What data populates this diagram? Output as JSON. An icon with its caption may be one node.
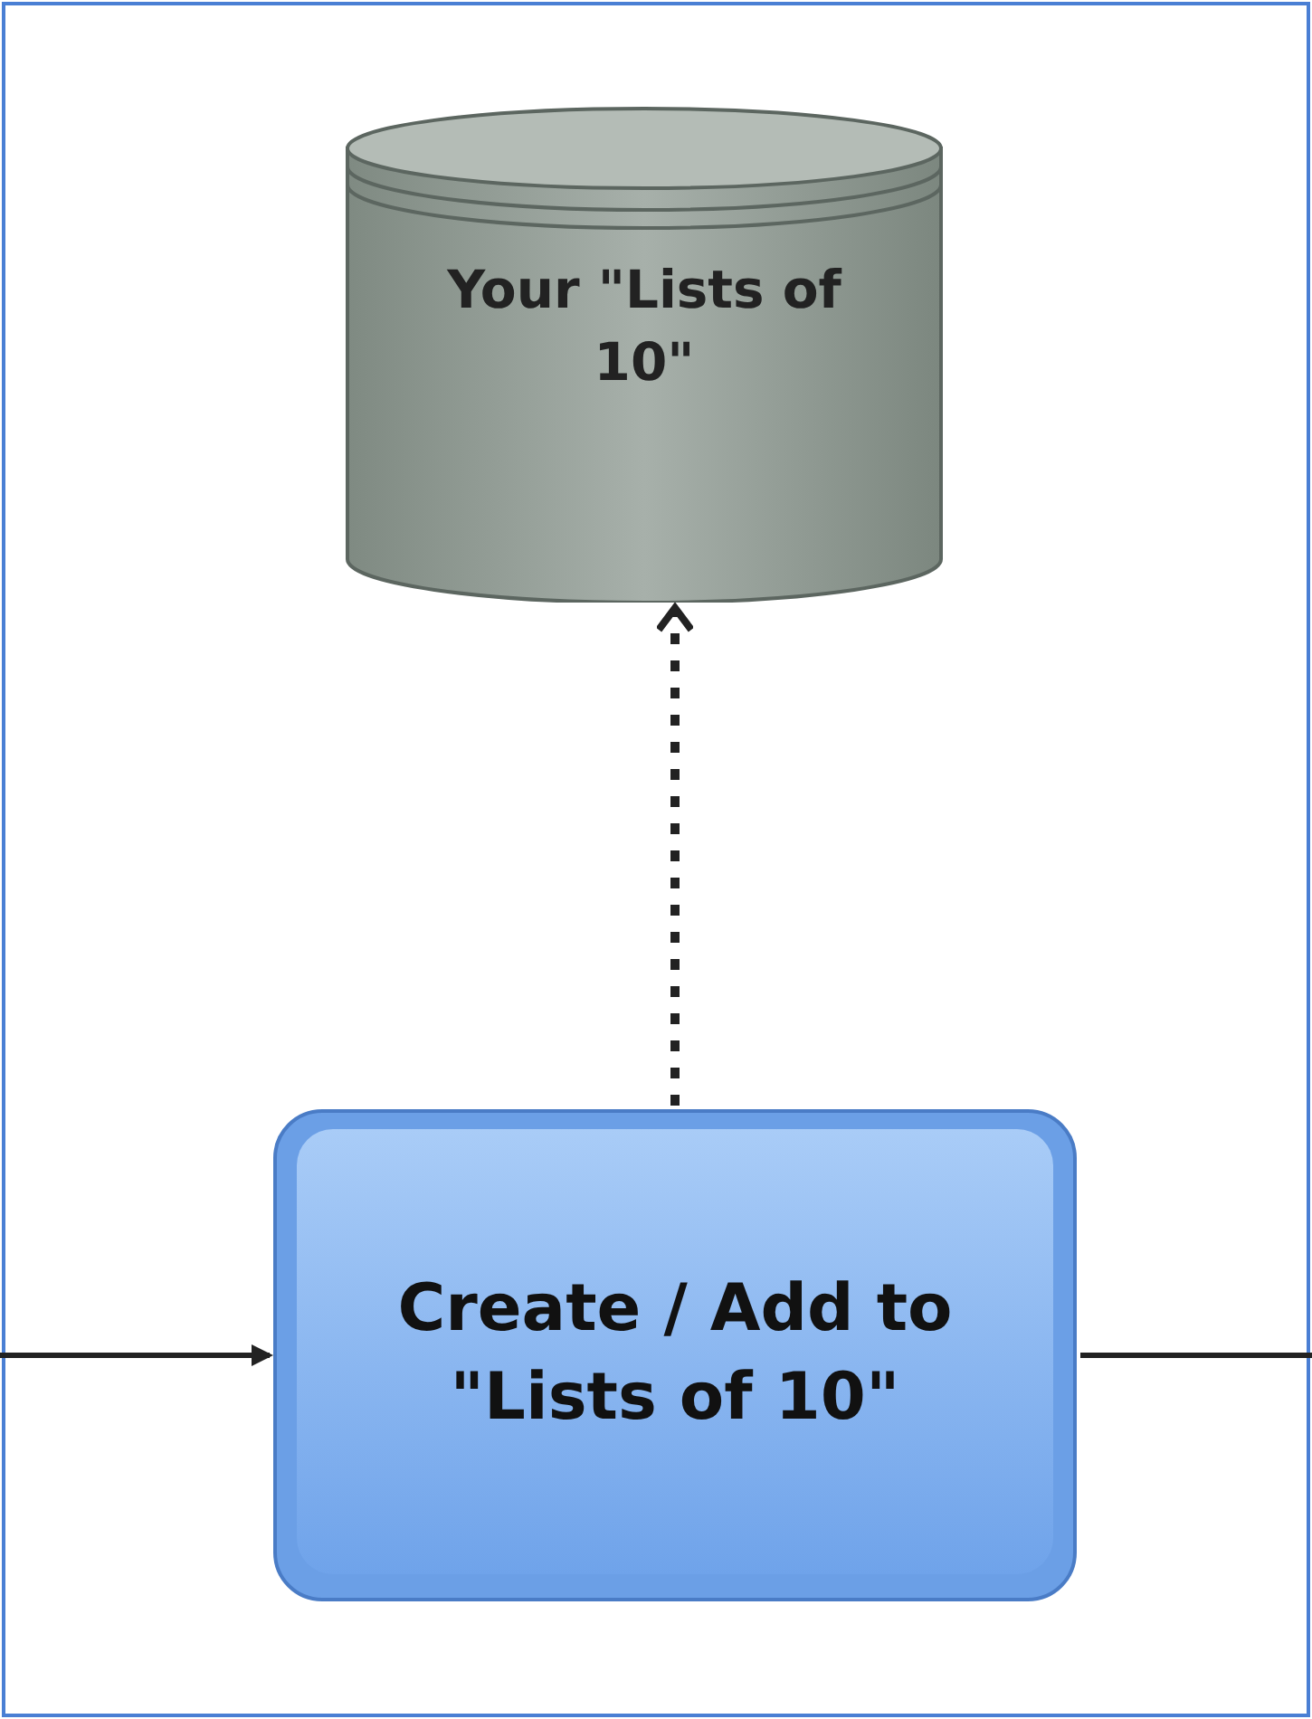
{
  "diagram": {
    "nodes": [
      {
        "text": [
          "Your \"Lists of 10\""
        ]
      },
      {
        "text": [
          "Create / Add to \"Lists of 10\""
        ]
      }
    ],
    "edges": [
      {
        "from": 1,
        "to": 0,
        "arrow": "to",
        "style": "dashed"
      },
      {
        "from": null,
        "to": 1,
        "arrow": "to"
      },
      {
        "from": 1,
        "to": null,
        "arrow": "none"
      }
    ]
  }
}
